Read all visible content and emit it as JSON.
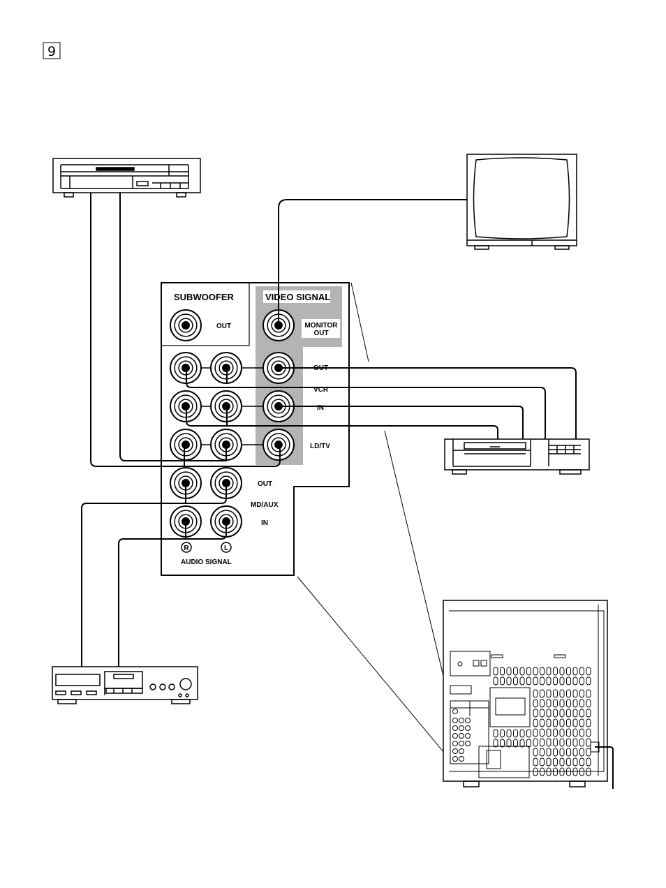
{
  "page_number": "9",
  "panel": {
    "subwoofer_title": "SUBWOOFER",
    "subwoofer_out": "OUT",
    "video_title": "VIDEO SIGNAL",
    "monitor_out_line1": "MONITOR",
    "monitor_out_line2": "OUT",
    "vcr_out": "OUT",
    "vcr": "VCR",
    "vcr_in": "IN",
    "ldtv": "LD/TV",
    "mdaux_out": "OUT",
    "mdaux": "MD/AUX",
    "mdaux_in": "IN",
    "right": "R",
    "left": "L",
    "audio_title": "AUDIO SIGNAL"
  },
  "colors": {
    "video_band": "#b4b4b4",
    "line": "#000000"
  }
}
